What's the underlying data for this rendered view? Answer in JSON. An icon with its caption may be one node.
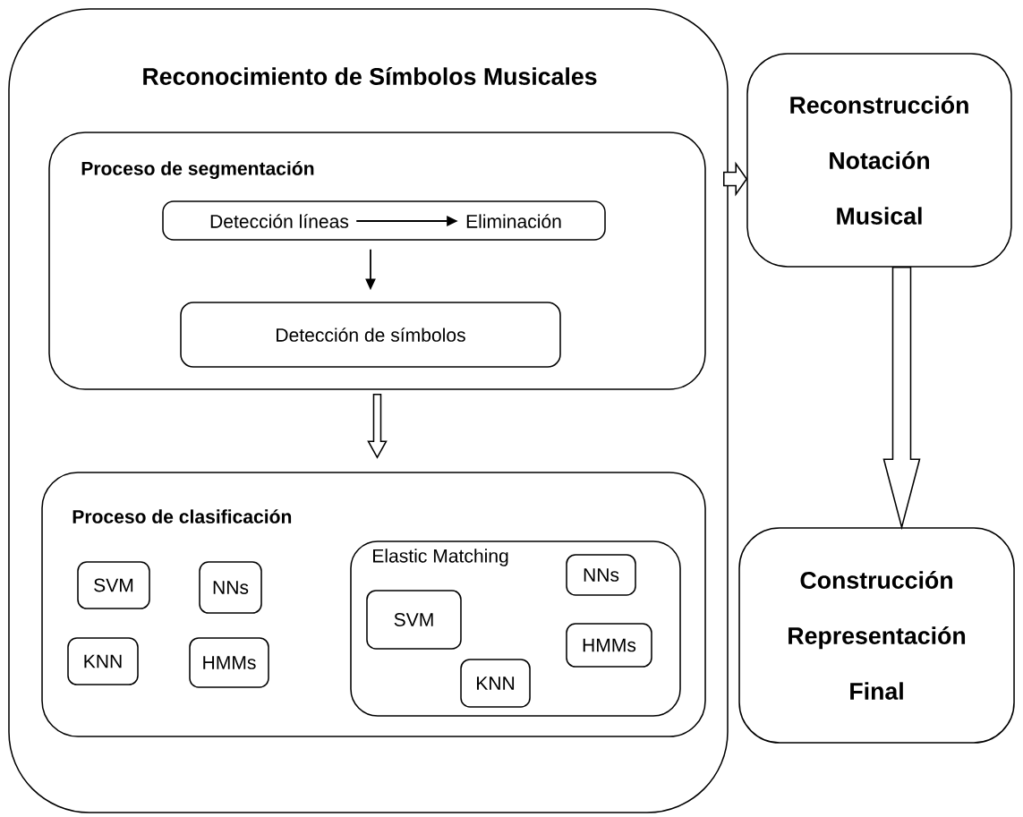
{
  "diagram": {
    "nodes": [
      {
        "text": [
          "Reconocimiento de Símbolos Musicales"
        ]
      },
      {
        "text": [
          "Proceso de segmentación"
        ],
        "in": 0
      },
      {
        "text": [],
        "shape": "box",
        "in": 1
      },
      {
        "text": [
          "Detección líneas"
        ],
        "in": 2
      },
      {
        "text": [
          "Eliminación"
        ],
        "in": 2
      },
      {
        "text": [
          "Detección de símbolos"
        ],
        "in": 1
      },
      {
        "text": [
          "Proceso de clasificación"
        ],
        "in": 0
      },
      {
        "text": [
          "SVM"
        ],
        "in": 6
      },
      {
        "text": [
          "NNs"
        ],
        "in": 6
      },
      {
        "text": [
          "KNN"
        ],
        "in": 6
      },
      {
        "text": [
          "HMMs"
        ],
        "in": 6
      },
      {
        "text": [
          "Elastic Matching"
        ],
        "in": 6
      },
      {
        "text": [
          "NNs"
        ],
        "in": 11
      },
      {
        "text": [
          "SVM"
        ],
        "in": 11
      },
      {
        "text": [
          "HMMs"
        ],
        "in": 11
      },
      {
        "text": [
          "KNN"
        ],
        "in": 11
      },
      {
        "text": [
          "Reconstrucción Notación Musical"
        ]
      },
      {
        "text": [
          "Construcción Representación Final"
        ]
      }
    ],
    "edges": [
      {
        "from": 3,
        "to": 4,
        "arrow": "to"
      },
      {
        "from": 2,
        "to": 5,
        "arrow": "to"
      },
      {
        "from": 1,
        "to": 6,
        "arrow": "to"
      },
      {
        "from": 0,
        "to": 16,
        "arrow": "to"
      },
      {
        "from": 16,
        "to": 17,
        "arrow": "to"
      }
    ]
  }
}
